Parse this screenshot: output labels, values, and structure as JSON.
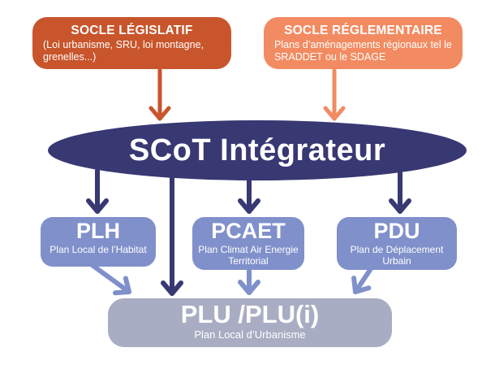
{
  "colors": {
    "orange-dark": "#C8552B",
    "orange-light": "#F28B61",
    "navy": "#383873",
    "periwinkle": "#8090CB",
    "gray": "#A8ADC3"
  },
  "diagram": {
    "legislatif": {
      "title": "SOCLE LÉGISLATIF",
      "subtitle": "(Loi urbanisme, SRU, loi montagne, grenelles...)"
    },
    "reglementaire": {
      "title": "SOCLE RÉGLEMENTAIRE",
      "subtitle": "Plans d’aménagements régionaux tel le SRADDET ou le SDAGE"
    },
    "scot": {
      "title": "SCoT Intégrateur"
    },
    "plh": {
      "title": "PLH",
      "subtitle": "Plan Local de l’Habitat"
    },
    "pcaet": {
      "title": "PCAET",
      "subtitle": "Plan Climat Air Energie Territorial"
    },
    "pdu": {
      "title": "PDU",
      "subtitle": "Plan de Déplacement Urbain"
    },
    "plu": {
      "title": "PLU /PLU(i)",
      "subtitle": "Plan Local d’Urbanisme"
    }
  }
}
